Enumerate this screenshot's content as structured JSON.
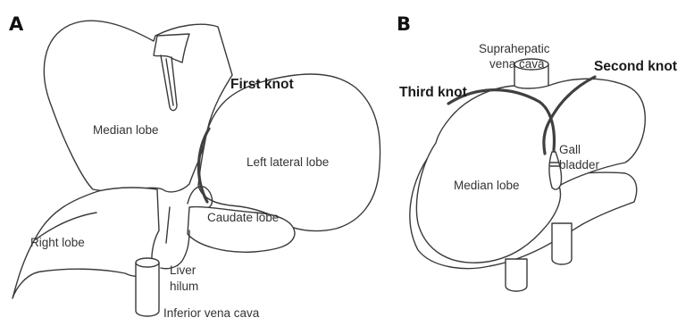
{
  "panels": {
    "a": {
      "letter": "A",
      "labels": {
        "median_lobe": "Median lobe",
        "first_knot": "First knot",
        "left_lateral_lobe": "Left lateral lobe",
        "caudate_lobe": "Caudate lobe",
        "right_lobe": "Right lobe",
        "liver_hilum_1": "Liver",
        "liver_hilum_2": "hilum",
        "inferior_vena_cava": "Inferior vena cava"
      }
    },
    "b": {
      "letter": "B",
      "labels": {
        "suprahepatic_1": "Suprahepatic",
        "suprahepatic_2": "vena cava",
        "second_knot": "Second knot",
        "third_knot": "Third knot",
        "gall_1": "Gall",
        "gall_2": "bladder",
        "median_lobe": "Median lobe"
      }
    }
  }
}
